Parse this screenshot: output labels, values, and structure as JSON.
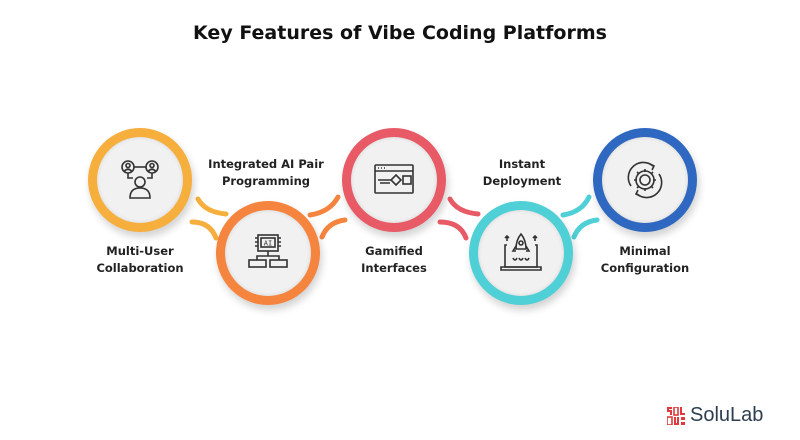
{
  "title": "Key Features of Vibe Coding Platforms",
  "features": [
    {
      "label_line1": "Multi-User",
      "label_line2": "Collaboration",
      "icon": "collaboration-icon",
      "color": "#f6ae3c"
    },
    {
      "label_line1": "Integrated AI Pair",
      "label_line2": "Programming",
      "icon": "ai-chip-icon",
      "color": "#f5843e"
    },
    {
      "label_line1": "Gamified",
      "label_line2": "Interfaces",
      "icon": "game-window-icon",
      "color": "#e85a66"
    },
    {
      "label_line1": "Instant",
      "label_line2": "Deployment",
      "icon": "rocket-laptop-icon",
      "color": "#4fcfd6"
    },
    {
      "label_line1": "Minimal",
      "label_line2": "Configuration",
      "icon": "gear-cycle-icon",
      "color": "#2e68c0"
    }
  ],
  "brand": {
    "name": "SoluLab",
    "color": "#e03a3e"
  }
}
